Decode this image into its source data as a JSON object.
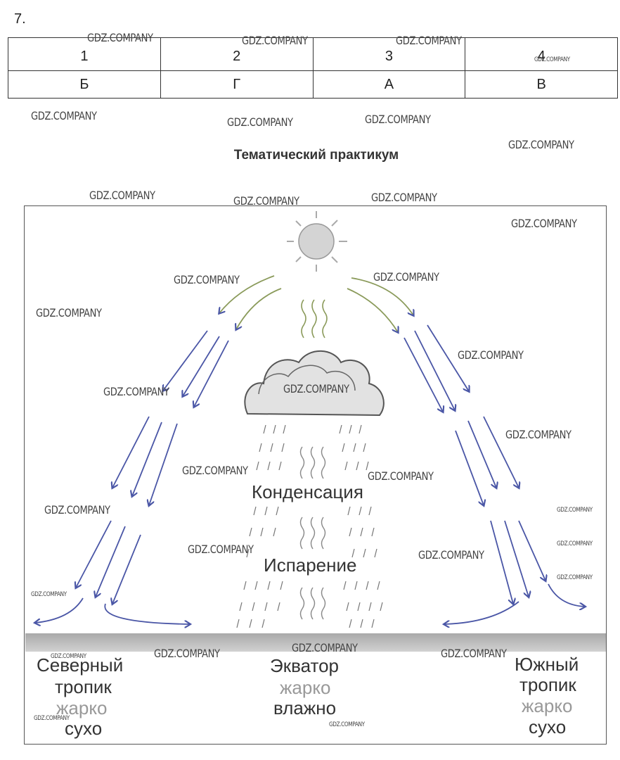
{
  "task_number": "7.",
  "answer_table": {
    "headers": [
      "1",
      "2",
      "3",
      "4"
    ],
    "answers": [
      "Б",
      "Г",
      "А",
      "В"
    ]
  },
  "subtitle": "Тематический практикум",
  "diagram": {
    "condensation": "Конденсация",
    "evaporation": "Испарение",
    "north": {
      "l1": "Северный",
      "l2": "тропик",
      "l3": "жарко",
      "l4": "сухо"
    },
    "equator": {
      "l1": "Экватор",
      "l2": "жарко",
      "l3": "влажно"
    },
    "south": {
      "l1": "Южный",
      "l2": "тропик",
      "l3": "жарко",
      "l4": "сухо"
    },
    "colors": {
      "arrow": "#4a56a6",
      "wave": "#8a9a5a",
      "sun": "#cfcfcf",
      "cloud": "#d0d0d0"
    }
  },
  "watermark": "GDZ.COMPANY"
}
